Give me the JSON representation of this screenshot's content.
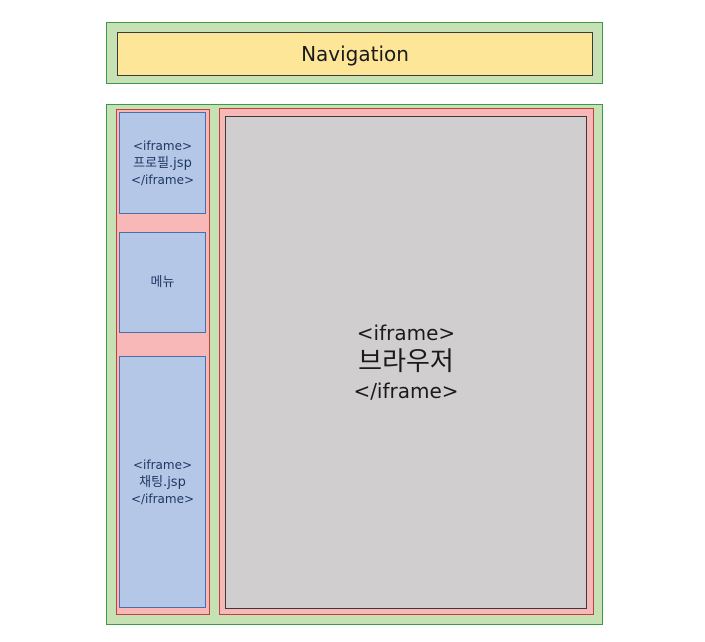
{
  "navigation": {
    "label": "Navigation"
  },
  "sidebar": {
    "profile": {
      "open_tag": "<iframe>",
      "file": "프로필.jsp",
      "close_tag": "</iframe>"
    },
    "menu": {
      "label": "메뉴"
    },
    "chat": {
      "open_tag": "<iframe>",
      "file": "채팅.jsp",
      "close_tag": "</iframe>"
    }
  },
  "browser": {
    "open_tag": "<iframe>",
    "label": "브라우저",
    "close_tag": "</iframe>"
  },
  "colors": {
    "container_fill": "#c6e2b5",
    "navigation_fill": "#fee699",
    "column_fill": "#f9b8b8",
    "sidebar_box_fill": "#b4c7e7",
    "browser_fill": "#d0cece"
  }
}
